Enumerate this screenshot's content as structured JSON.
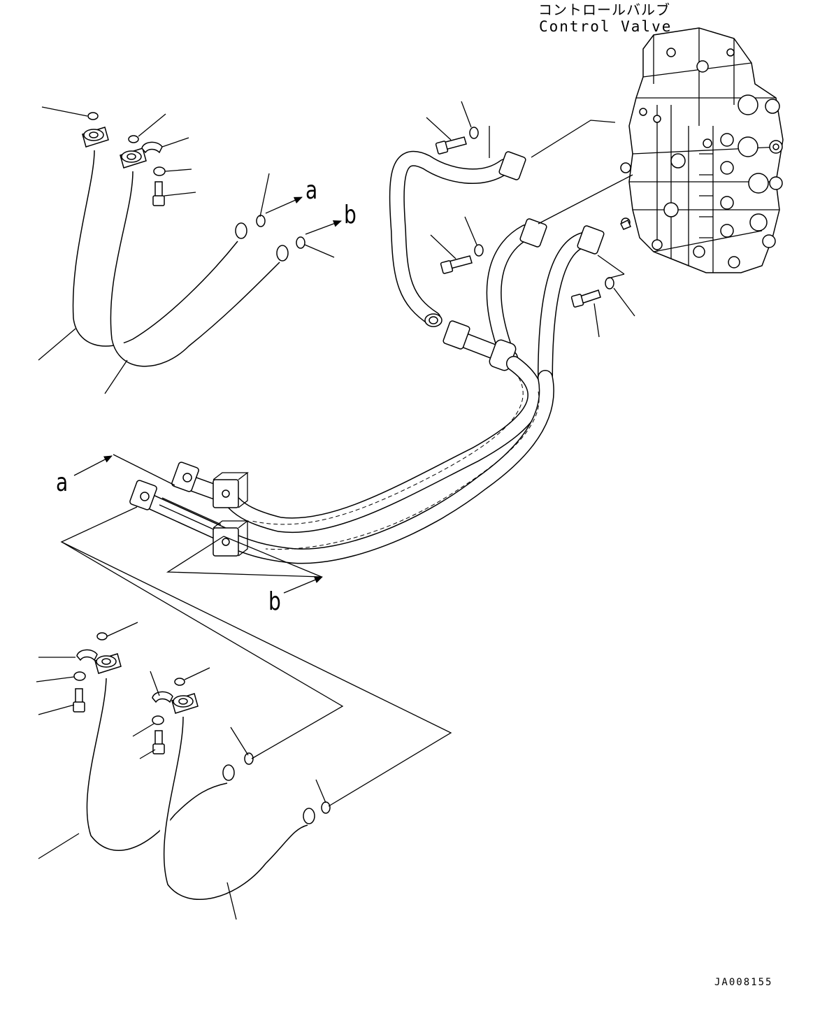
{
  "diagram": {
    "title_jp": "コントロールバルブ",
    "title_en": "Control Valve",
    "ref_a": "a",
    "ref_b": "b",
    "doc_id": "JA008155"
  }
}
